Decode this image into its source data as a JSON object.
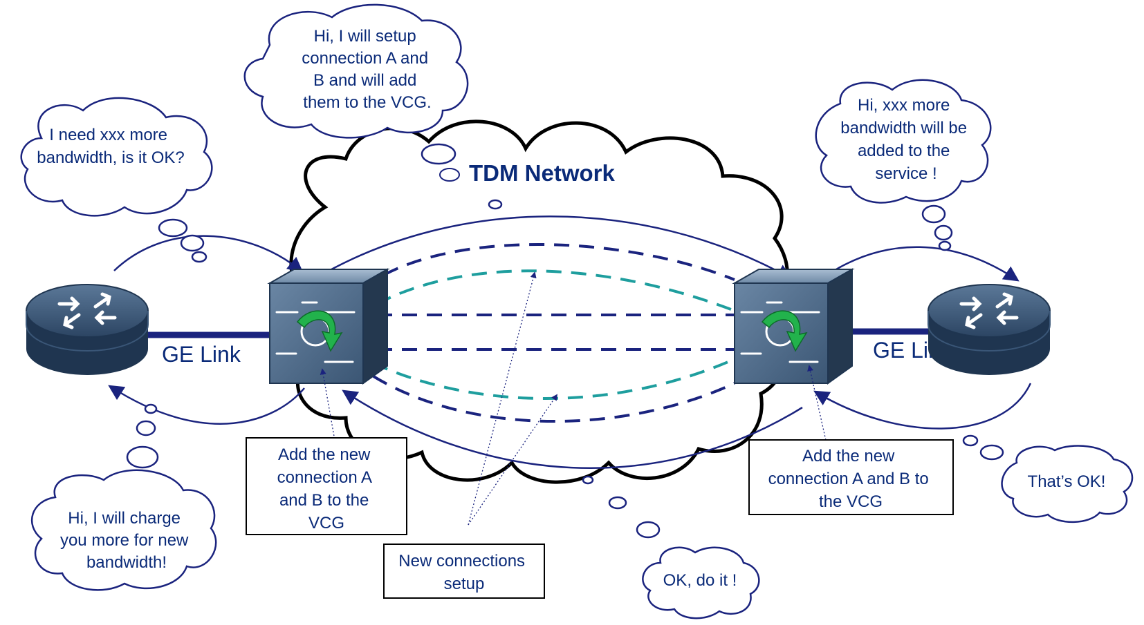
{
  "title": "TDM Network",
  "links": {
    "left": "GE Link",
    "right": "GE Link"
  },
  "bubbles": {
    "need_bandwidth": [
      "I need xxx more",
      "bandwidth, is it OK?"
    ],
    "setup_connection": [
      "Hi, I will setup",
      "connection A and",
      "B and will add",
      "them to the VCG."
    ],
    "bandwidth_added": [
      "Hi, xxx more",
      "bandwidth  will be",
      "added to the",
      "service !"
    ],
    "charge_more": [
      "Hi, I will charge",
      "you more for new",
      "bandwidth!"
    ],
    "ok_do_it": [
      "OK, do it !"
    ],
    "thats_ok": [
      "That’s OK!"
    ]
  },
  "boxes": {
    "left_vcg": [
      "Add the new",
      "connection A",
      "and B to the",
      "VCG"
    ],
    "right_vcg": [
      "Add the new",
      "connection A and B to",
      "the VCG"
    ],
    "new_connections": [
      "New connections",
      "setup"
    ]
  },
  "colors": {
    "link_blue": "#1a237e",
    "teal": "#1e9e9e",
    "text": "#0a2a78",
    "device_dark": "#1f3550",
    "device_mid": "#4a6886",
    "device_light": "#8ca4be",
    "arrow_green": "#22b24c"
  }
}
